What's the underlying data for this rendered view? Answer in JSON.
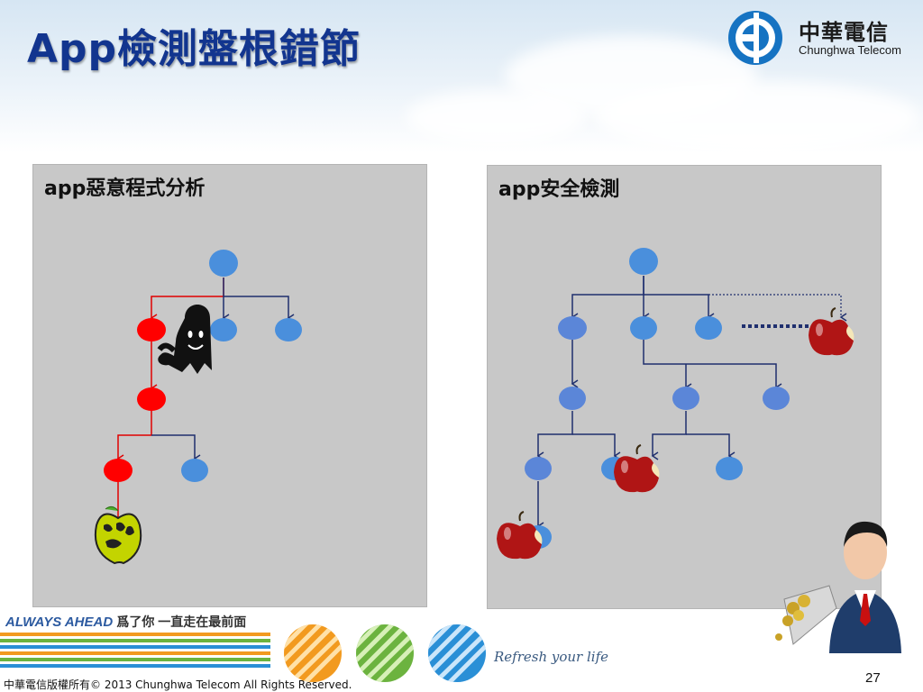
{
  "slide": {
    "title": "App檢測盤根錯節",
    "page_number": "27",
    "copyright": "中華電信版權所有© 2013 Chunghwa Telecom All Rights Reserved."
  },
  "logo": {
    "name_cn": "中華電信",
    "name_en": "Chunghwa Telecom"
  },
  "panels": {
    "left": {
      "title": "app惡意程式分析"
    },
    "right": {
      "title": "app安全檢測"
    }
  },
  "footer": {
    "slogan_en": "ALWAYS AHEAD",
    "slogan_cn": "爲了你 一直走在最前面",
    "tagline": "Refresh your life"
  },
  "colors": {
    "title": "#12358f",
    "node_blue": "#4a8fdc",
    "node_red": "#ff0000",
    "edge_blue": "#1f2f6e",
    "edge_red": "#e00000",
    "panel_bg": "#c8c8c8"
  }
}
